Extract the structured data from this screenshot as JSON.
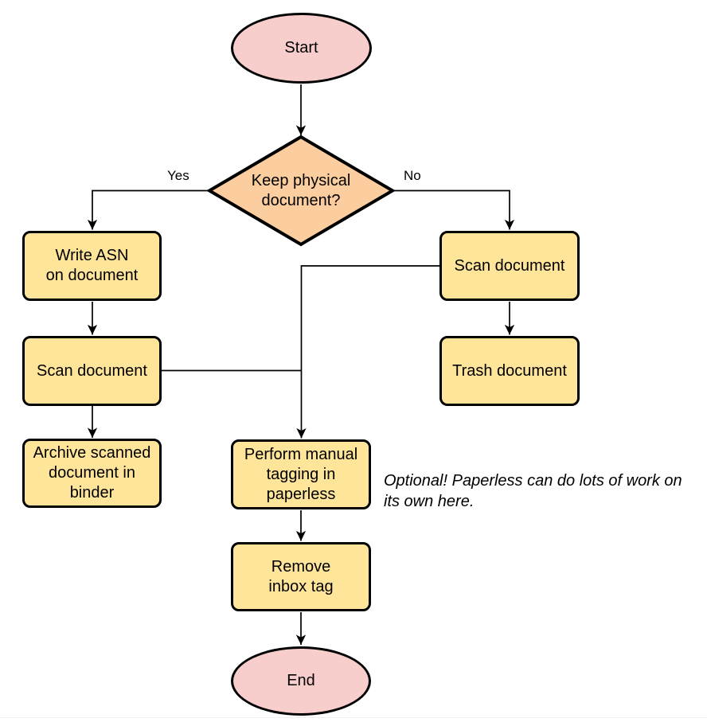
{
  "colors": {
    "terminal_fill": "#f8cecc",
    "decision_fill": "#fcce9f",
    "process_fill": "#ffe59a",
    "stroke": "#000000"
  },
  "nodes": {
    "start": {
      "label": "Start",
      "type": "terminal"
    },
    "decision": {
      "label": "Keep physical\ndocument?",
      "type": "decision"
    },
    "write_asn": {
      "label": "Write ASN\non document",
      "type": "process"
    },
    "scan_left": {
      "label": "Scan document",
      "type": "process"
    },
    "archive": {
      "label": "Archive scanned\ndocument in\nbinder",
      "type": "process"
    },
    "scan_right": {
      "label": "Scan document",
      "type": "process"
    },
    "trash": {
      "label": "Trash document",
      "type": "process"
    },
    "tagging": {
      "label": "Perform manual\ntagging in\npaperless",
      "type": "process"
    },
    "remove_inbox": {
      "label": "Remove\ninbox tag",
      "type": "process"
    },
    "end": {
      "label": "End",
      "type": "terminal"
    }
  },
  "edge_labels": {
    "yes": "Yes",
    "no": "No"
  },
  "annotation": {
    "text": "Optional! Paperless can do lots of work on\nits own here."
  }
}
